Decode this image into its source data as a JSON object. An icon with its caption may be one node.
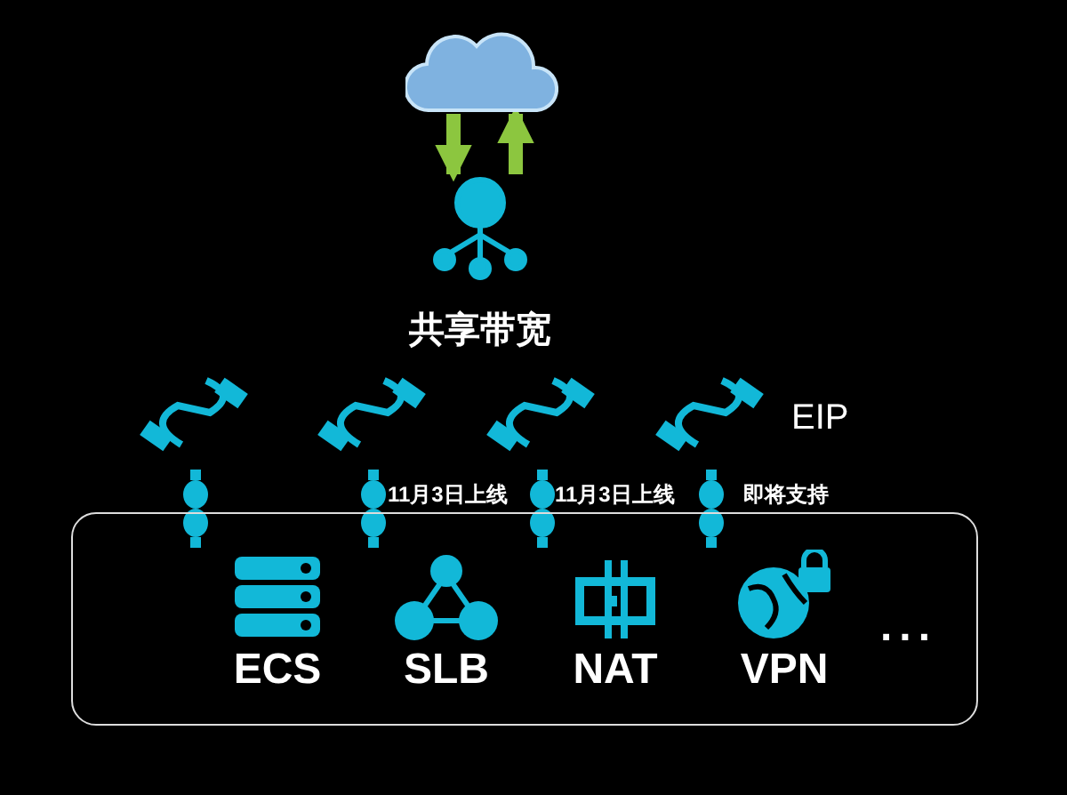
{
  "diagram": {
    "nodes": [
      {
        "text": [],
        "shape": "cloud"
      },
      {
        "text": [
          "共享带宽"
        ]
      },
      {
        "text": [],
        "shape": "box"
      },
      {
        "text": [
          "ECS"
        ],
        "in": 2
      },
      {
        "text": [
          "SLB"
        ],
        "in": 2
      },
      {
        "text": [
          "NAT"
        ],
        "in": 2
      },
      {
        "text": [
          "VPN"
        ],
        "in": 2
      },
      {
        "text": [
          "..."
        ],
        "in": 2
      }
    ],
    "edges": [
      {
        "from": 0,
        "to": 1,
        "arrow": "to",
        "color": "#8cc63f"
      },
      {
        "from": 1,
        "to": 0,
        "arrow": "to",
        "color": "#8cc63f"
      }
    ],
    "labels": [
      "EIP",
      "11月3日上线",
      "11月3日上线",
      "即将支持"
    ]
  }
}
